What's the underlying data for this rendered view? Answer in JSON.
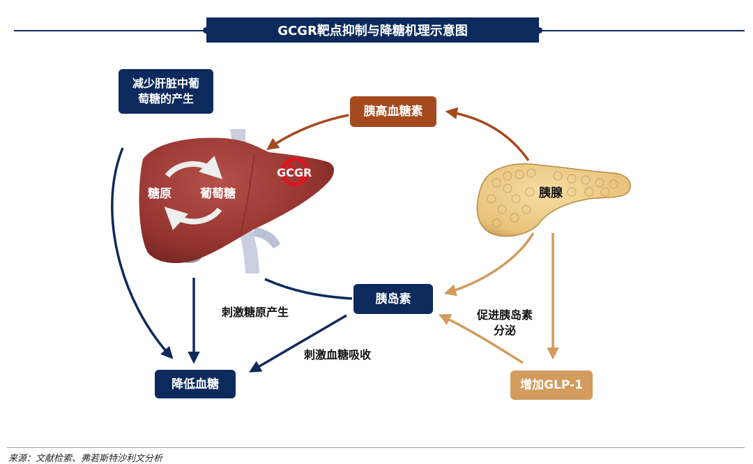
{
  "title": "GCGR靶点抑制与降糖机理示意图",
  "nodes": {
    "reduce_liver_glucose": "减少肝脏中葡萄糖的产生",
    "glucagon": "胰高血糖素",
    "insulin": "胰岛素",
    "lower_glucose": "降低血糖",
    "increase_glp1": "增加GLP-1"
  },
  "liver": {
    "glycogen": "糖原",
    "glucose": "葡萄糖",
    "receptor": "GCGR"
  },
  "pancreas": {
    "label": "胰腺"
  },
  "edge_labels": {
    "stimulate_glycogen": "刺激糖原产生",
    "stimulate_uptake": "刺激血糖吸收",
    "promote_insulin": "促进胰岛素分泌"
  },
  "colors": {
    "navy": "#0d2a5c",
    "brown": "#a5491f",
    "tan": "#d39b5d",
    "liver": "#9c3a34",
    "pancreas": "#efcf8c",
    "inhibit_red": "#e0141e"
  },
  "icons": [
    "inhibit-icon",
    "cycle-arrow-icon"
  ],
  "footer": {
    "source": "来源：文献检索、弗若斯特沙利文分析"
  }
}
